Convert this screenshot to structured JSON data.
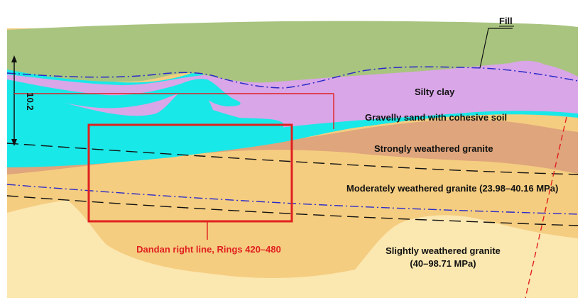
{
  "labels": {
    "fill": "Fill",
    "silty_clay": "Silty clay",
    "gravelly_sand": "Gravelly sand with cohesive soil",
    "strongly_weathered": "Strongly weathered granite",
    "moderately_weathered": "Moderately weathered granite (23.98–40.16 MPa)",
    "slightly_weathered_line1": "Slightly weathered granite",
    "slightly_weathered_line2": "(40–98.71 MPa)",
    "tunnel_section": "Dandan right line, Rings 420–480",
    "dimension": "10.2"
  },
  "colors": {
    "fill_layer": "#a9c47f",
    "silty_clay": "#d9a6e8",
    "gravelly_sand": "#19e8e8",
    "strongly_weathered": "#dfa57c",
    "moderately_weathered": "#f5cd80",
    "slightly_weathered": "#fbe7b0",
    "annotation_red": "#e02020",
    "water_table_blue": "#2a2ac8"
  }
}
